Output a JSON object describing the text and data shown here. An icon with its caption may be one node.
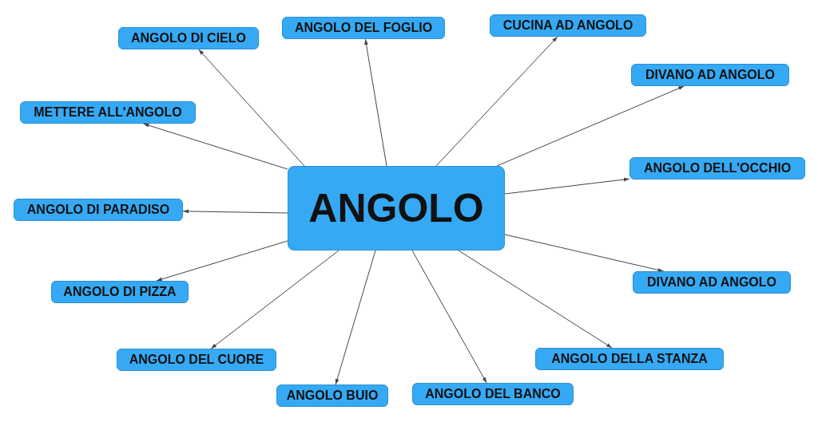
{
  "diagram": {
    "nodes": [
      {
        "text": [
          "ANGOLO"
        ]
      },
      {
        "text": [
          "ANGOLO DI CIELO"
        ]
      },
      {
        "text": [
          "ANGOLO DEL FOGLIO"
        ]
      },
      {
        "text": [
          "CUCINA AD ANGOLO"
        ]
      },
      {
        "text": [
          "METTERE ALL'ANGOLO"
        ]
      },
      {
        "text": [
          "DIVANO AD ANGOLO"
        ]
      },
      {
        "text": [
          "ANGOLO DI PARADISO"
        ]
      },
      {
        "text": [
          "ANGOLO DELL'OCCHIO"
        ]
      },
      {
        "text": [
          "ANGOLO DI PIZZA"
        ]
      },
      {
        "text": [
          "DIVANO AD ANGOLO"
        ]
      },
      {
        "text": [
          "ANGOLO DEL CUORE"
        ]
      },
      {
        "text": [
          "ANGOLO DELLA STANZA"
        ]
      },
      {
        "text": [
          "ANGOLO BUIO"
        ]
      },
      {
        "text": [
          "ANGOLO DEL BANCO"
        ]
      }
    ],
    "edges": [
      {
        "from": 0,
        "to": 1,
        "arrow": "to"
      },
      {
        "from": 0,
        "to": 2,
        "arrow": "to"
      },
      {
        "from": 0,
        "to": 3,
        "arrow": "to"
      },
      {
        "from": 0,
        "to": 4,
        "arrow": "to"
      },
      {
        "from": 0,
        "to": 5,
        "arrow": "to"
      },
      {
        "from": 0,
        "to": 6,
        "arrow": "to"
      },
      {
        "from": 0,
        "to": 7,
        "arrow": "to"
      },
      {
        "from": 0,
        "to": 8,
        "arrow": "to"
      },
      {
        "from": 0,
        "to": 9,
        "arrow": "to"
      },
      {
        "from": 0,
        "to": 10,
        "arrow": "to"
      },
      {
        "from": 0,
        "to": 11,
        "arrow": "to"
      },
      {
        "from": 0,
        "to": 12,
        "arrow": "to"
      },
      {
        "from": 0,
        "to": 13,
        "arrow": "to"
      }
    ]
  }
}
